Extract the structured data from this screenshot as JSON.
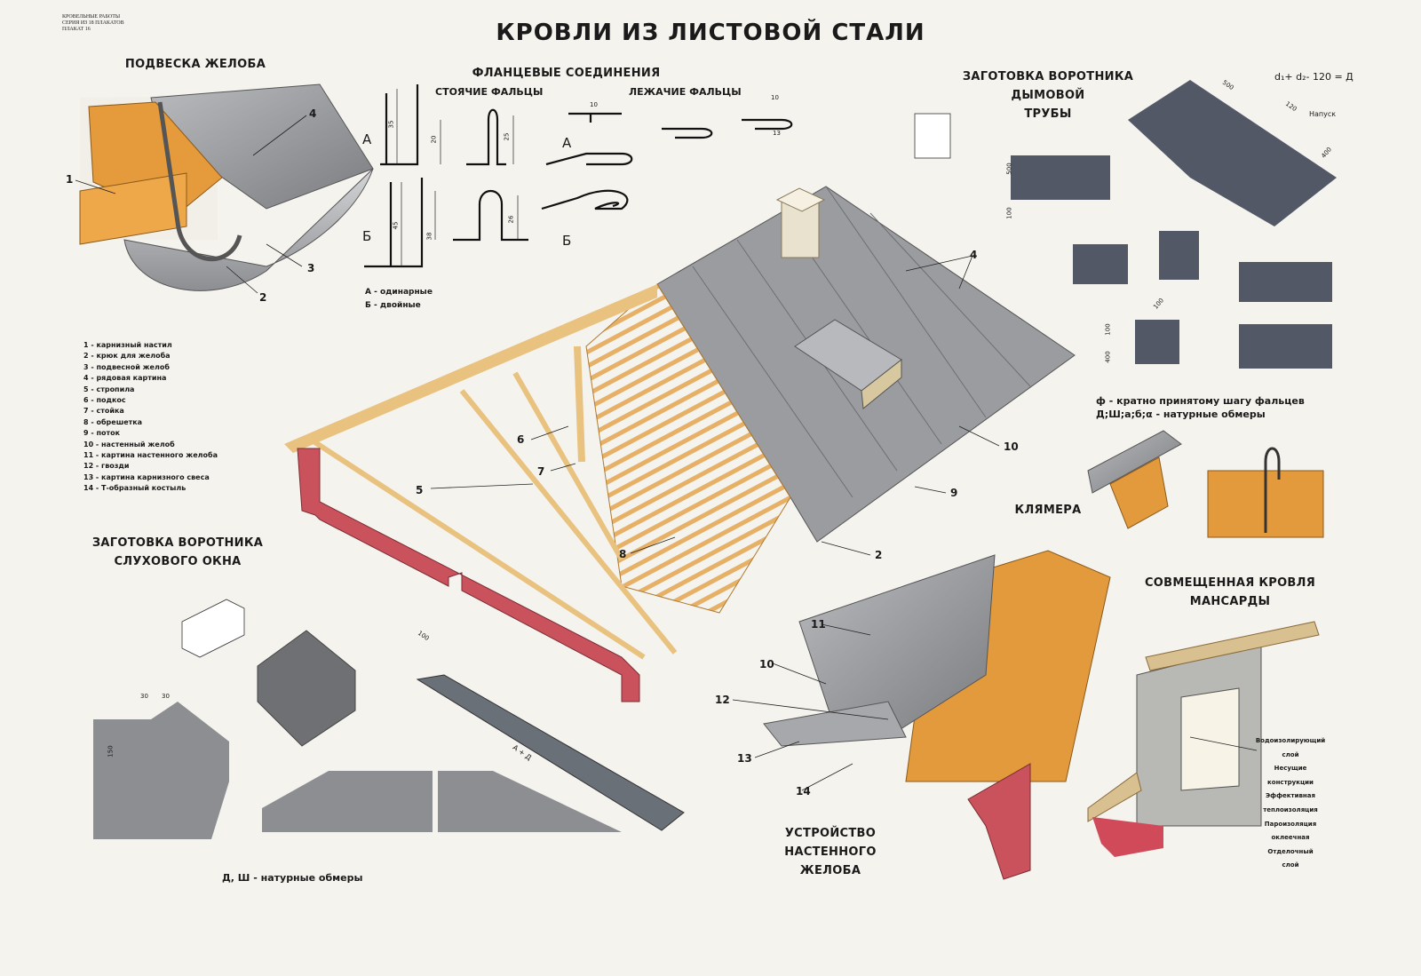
{
  "series": [
    "Кровельные работы",
    "Серия из 18 плакатов",
    "Плакат 16"
  ],
  "title": "КРОВЛИ ИЗ ЛИСТОВОЙ СТАЛИ",
  "sections": {
    "gutter": "ПОДВЕСКА ЖЕЛОБА",
    "seams": "ФЛАНЦЕВЫЕ СОЕДИНЕНИЯ",
    "standing": "СТОЯЧИЕ ФАЛЬЦЫ",
    "lying": "ЛЕЖАЧИЕ ФАЛЬЦЫ",
    "chimney": [
      "ЗАГОТОВКА ВОРОТНИКА",
      "ДЫМОВОЙ",
      "ТРУБЫ"
    ],
    "dormer": [
      "ЗАГОТОВКА ВОРОТНИКА",
      "СЛУХОВОГО ОКНА"
    ],
    "klyamera": "КЛЯМЕРА",
    "mansard": [
      "СОВМЕЩЕННАЯ КРОВЛЯ",
      "МАНСАРДЫ"
    ],
    "wall_gutter": [
      "УСТРОЙСТВО",
      "НАСТЕННОГО",
      "ЖЕЛОБА"
    ]
  },
  "seam_legend": [
    "А - одинарные",
    "Б - двойные"
  ],
  "letters": {
    "a": "А",
    "b": "Б"
  },
  "legend": [
    "1 - карнизный настил",
    "2 - крюк для желоба",
    "3 - подвесной желоб",
    "4 - рядовая картина",
    "5 - стропила",
    "6 - подкос",
    "7 - стойка",
    "8 - обрешетка",
    "9 - поток",
    "10 - настенный желоб",
    "11 - картина настенного желоба",
    "12 - гвозди",
    "13 - картина карнизного свеса",
    "14 - Т-образный костыль"
  ],
  "chimney_notes": [
    "ф - кратно принятому шагу фальцев",
    "Д;Ш;а;б;α - натурные обмеры"
  ],
  "formula": "d₁+ d₂- 120 = Д",
  "napusk": "Напуск",
  "dormer_note": "Д, Ш - натурные обмеры",
  "mansard_layers": [
    "Водоизолирующий",
    "слой",
    "Несущие",
    "конструкции",
    "Эффективная",
    "теплоизоляция",
    "Пароизоляция",
    "оклеечная",
    "Отделочный",
    "слой"
  ],
  "dims": {
    "d35": "35",
    "d20": "20",
    "d25": "25",
    "d45": "45",
    "d38": "38",
    "d26": "26",
    "d10": "10",
    "d13": "13",
    "d500": "500",
    "d120": "120",
    "d400": "400",
    "d100": "100",
    "d150": "150",
    "d30": "30",
    "apd": "А + Д"
  },
  "callouts": {
    "c1": "1",
    "c2": "2",
    "c3": "3",
    "c4": "4",
    "c5": "5",
    "c6": "6",
    "c7": "7",
    "c8": "8",
    "c9": "9",
    "c10": "10",
    "c11": "11",
    "c12": "12",
    "c13": "13",
    "c14": "14"
  },
  "colors": {
    "steel": "#7d7f84",
    "steel_light": "#a9abae",
    "wood": "#e39a3c",
    "brick": "#c9525c",
    "frame": "#e8c27e",
    "paper": "#f5f3ee"
  }
}
